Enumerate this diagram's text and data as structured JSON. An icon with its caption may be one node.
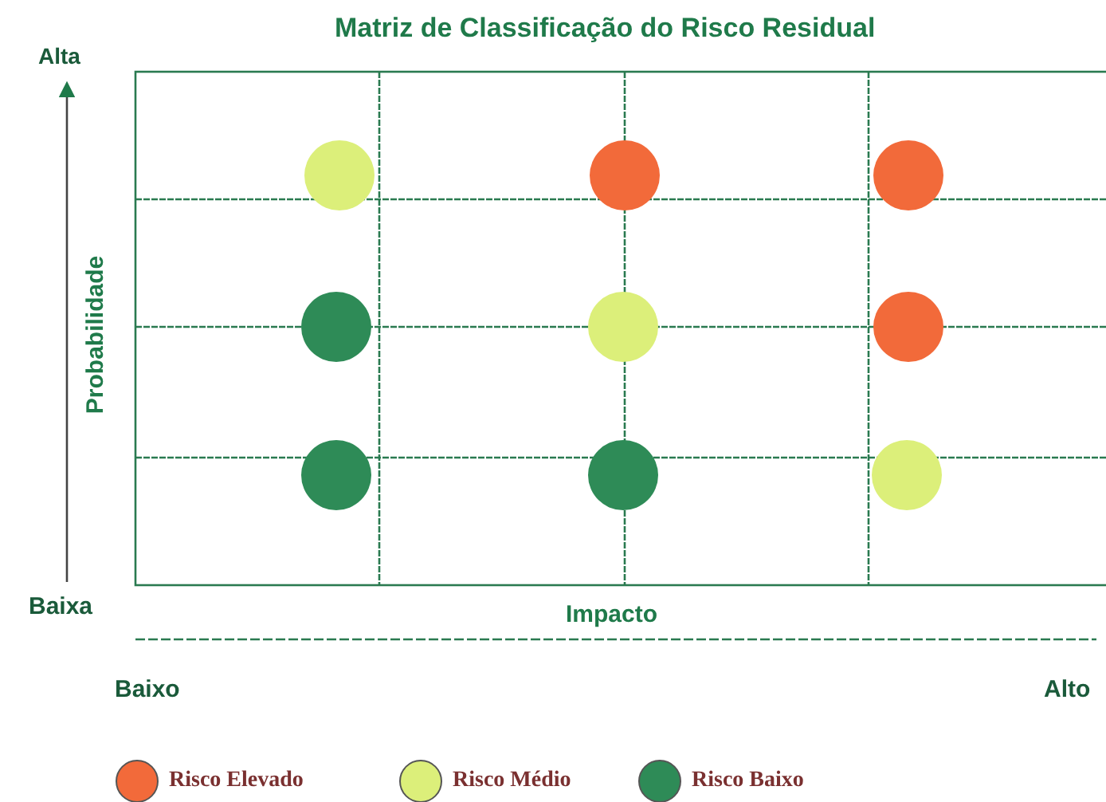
{
  "diagram": {
    "title": "Matriz de Classificação do Risco Residual",
    "labels": [
      "Alta",
      "Probabilidade",
      "Baixa",
      "Impacto",
      "Baixo",
      "Alto"
    ],
    "legend": [
      {
        "text": "Risco Elevado",
        "color": "#f26a3a"
      },
      {
        "text": "Risco Médio",
        "color": "#dcef7a"
      },
      {
        "text": "Risco Baixo",
        "color": "#2e8b57"
      }
    ]
  }
}
